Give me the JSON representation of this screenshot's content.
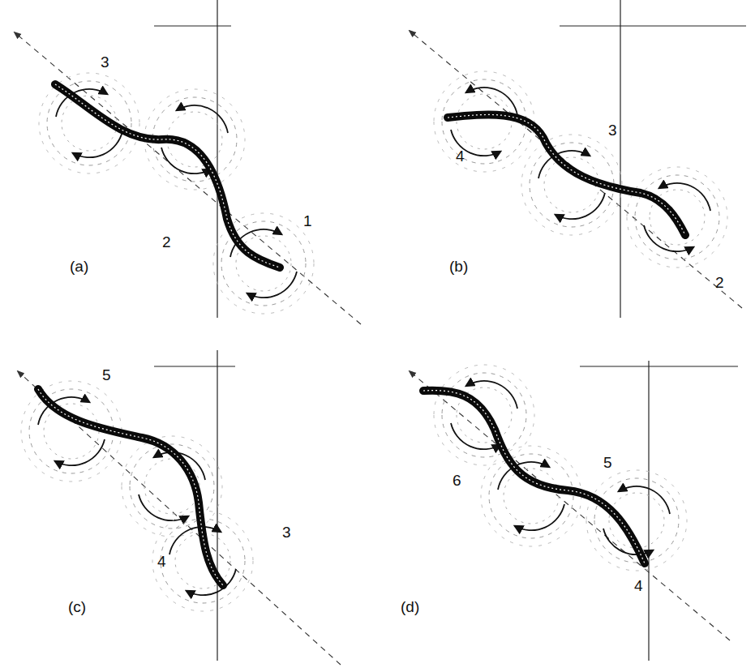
{
  "diagram": {
    "labels": [
      "3",
      "2",
      "1",
      "(a)",
      "4",
      "3",
      "2",
      "(b)",
      "5",
      "4",
      "3",
      "(c)",
      "6",
      "5",
      "4",
      "(d)"
    ]
  }
}
